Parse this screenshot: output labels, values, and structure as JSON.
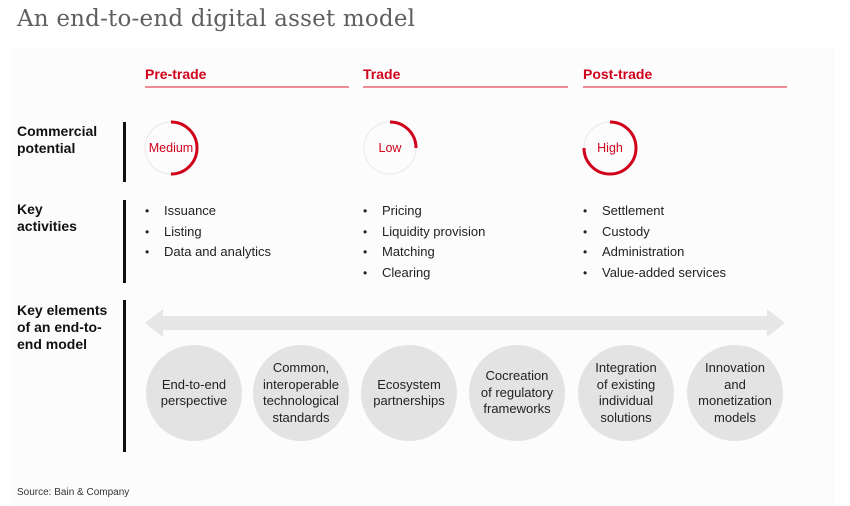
{
  "title": "An end-to-end digital asset model",
  "phases": [
    {
      "label": "Pre-trade"
    },
    {
      "label": "Trade"
    },
    {
      "label": "Post-trade"
    }
  ],
  "rows": {
    "commercial_potential": "Commercial potential",
    "key_activities": "Key activities",
    "key_elements": "Key elements of an end-to-end model"
  },
  "row_label_lines": {
    "commercial_potential": [
      "Commercial",
      "potential"
    ],
    "key_activities": [
      "Key",
      "activities"
    ],
    "key_elements": [
      "Key elements",
      "of an end-to-",
      "end model"
    ]
  },
  "commercial_potential": [
    {
      "phase": "Pre-trade",
      "level": "Medium",
      "fill_fraction": 0.5
    },
    {
      "phase": "Trade",
      "level": "Low",
      "fill_fraction": 0.25
    },
    {
      "phase": "Post-trade",
      "level": "High",
      "fill_fraction": 0.75
    }
  ],
  "key_activities": [
    {
      "phase": "Pre-trade",
      "items": [
        "Issuance",
        "Listing",
        "Data and analytics"
      ]
    },
    {
      "phase": "Trade",
      "items": [
        "Pricing",
        "Liquidity provision",
        "Matching",
        "Clearing"
      ]
    },
    {
      "phase": "Post-trade",
      "items": [
        "Settlement",
        "Custody",
        "Administration",
        "Value-added services"
      ]
    }
  ],
  "key_elements": [
    {
      "lines": [
        "End-to-end",
        "perspective"
      ]
    },
    {
      "lines": [
        "Common,",
        "interoperable",
        "technological",
        "standards"
      ]
    },
    {
      "lines": [
        "Ecosystem",
        "partnerships"
      ]
    },
    {
      "lines": [
        "Cocreation",
        "of regulatory",
        "frameworks"
      ]
    },
    {
      "lines": [
        "Integration",
        "of existing",
        "individual",
        "solutions"
      ]
    },
    {
      "lines": [
        "Innovation",
        "and",
        "monetization",
        "models"
      ]
    }
  ],
  "source": "Source: Bain & Company",
  "colors": {
    "accent_red": "#d0021b",
    "phase_rule": "#ec8e93",
    "gauge_track": "#eeeeee",
    "element_fill": "#e3e3e3",
    "arrow_fill": "#e6e6e6",
    "title_gray": "#5f5f5f"
  }
}
